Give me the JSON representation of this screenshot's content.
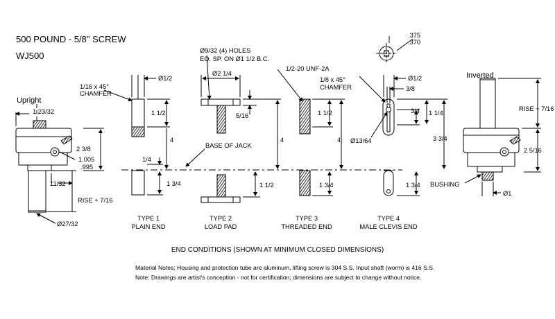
{
  "title": "500 POUND - 5/8\" SCREW",
  "model": "WJ500",
  "caption": "END CONDITIONS (SHOWN AT MINIMUM CLOSED DIMENSIONS)",
  "notes": [
    "Material Notes: Housing and protection tube are aluminum, lifting screw is 304 S.S. Input shaft (worm) is 416 S.S.",
    "Note: Drawings are artist's conception - not for certification; dimensions are subject to change without notice."
  ],
  "upright": {
    "label": "Upright",
    "dims": {
      "top_offset": "1 23/32",
      "height": "2 3/8",
      "shaft_upper": "1.005",
      "shaft_lower": ".995",
      "base_offset": "11/32",
      "rise": "RISE + 7/16",
      "tube_dia": "Ø27/32"
    }
  },
  "inverted": {
    "label": "Inverted",
    "dims": {
      "rise": "RISE + 7/16",
      "height": "2 5/16",
      "bushing": "BUSHING",
      "dia": "Ø1"
    }
  },
  "base_of_jack": "BASE OF JACK",
  "types": [
    {
      "name": "TYPE 1",
      "sub": "PLAIN END",
      "callout": "1/16 x 45°",
      "callout2": "CHAMFER",
      "dia": "Ø1/2",
      "top_len": "1 1/2",
      "total": "4",
      "lower_small": "1/4",
      "lower": "1 3/4"
    },
    {
      "name": "TYPE 2",
      "sub": "LOAD PAD",
      "callout": "Ø9/32 (4) HOLES",
      "callout2": "EQ. SP. ON Ø1 1/2 B.C.",
      "dia": "Ø2 1/4",
      "top_len": "5/16",
      "total": "4",
      "lower": "1 1/2"
    },
    {
      "name": "TYPE 3",
      "sub": "THREADED END",
      "callout": "1/2-20 UNF-2A",
      "top_len": "1 1/2",
      "total": "4",
      "lower": "1 3/4"
    },
    {
      "name": "TYPE 4",
      "sub": "MALE CLEVIS END",
      "callout": "1/8 x 45°",
      "callout2": "CHAMFER",
      "dia": "Ø1/2",
      "slot": "3/8",
      "pin_h": "3/4",
      "top_len": "1 1/4",
      "hole": "Ø13/64",
      "total": "3 3/4",
      "lower": "1 3/4",
      "dia_top": ".375",
      "dia_bot": ".370"
    }
  ],
  "colors": {
    "line": "#000000",
    "background": "#ffffff"
  }
}
